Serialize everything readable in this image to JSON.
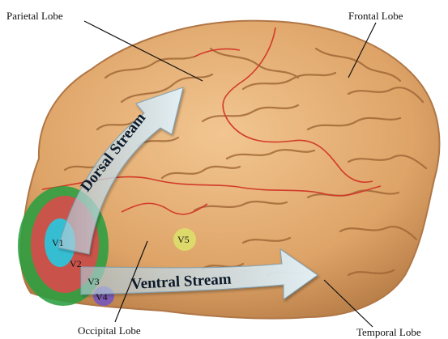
{
  "labels": {
    "parietal": "Parietal Lobe",
    "frontal": "Frontal Lobe",
    "occipital": "Occipital Lobe",
    "temporal": "Temporal Lobe"
  },
  "streams": {
    "dorsal": "Dorsal Stream",
    "ventral": "Ventral Stream"
  },
  "areas": {
    "v1": "V1",
    "v2": "V2",
    "v3": "V3",
    "v4": "V4",
    "v5": "V5"
  },
  "colors": {
    "brain": "#e0a86c",
    "sulcus": "#a26a38",
    "outline": "#d23a2a",
    "arrow": "#d2e6f0",
    "v1": "#2fc3d8",
    "v2": "#d84b4b",
    "v3": "#2a9e40",
    "v4": "#7a58b8",
    "v5": "#dcdc6a"
  }
}
